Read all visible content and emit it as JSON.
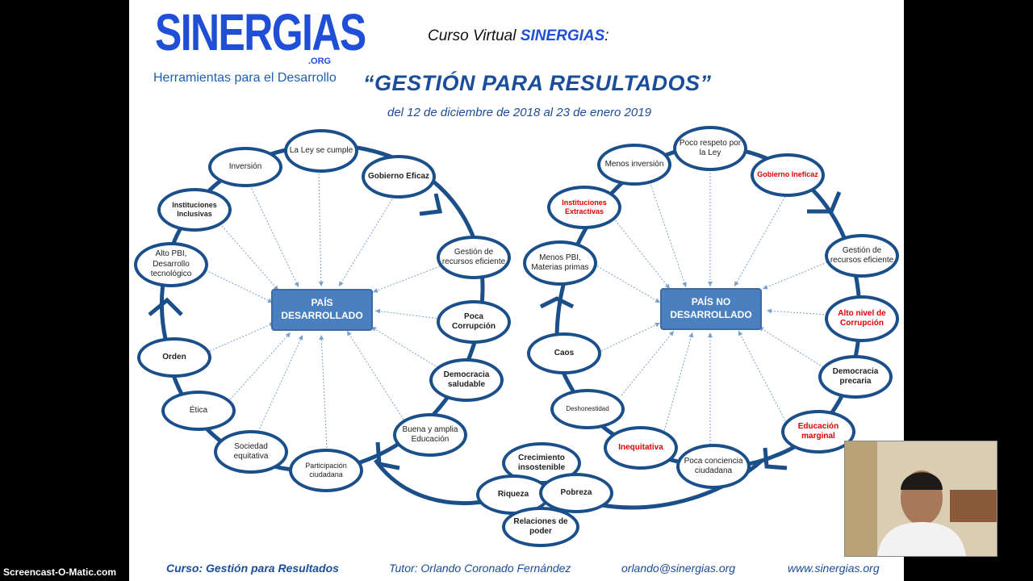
{
  "header": {
    "logo": "SINERGIAS",
    "logo_suffix": ".ORG",
    "logo_tagline": "Herramientas para el Desarrollo",
    "course_prefix": "Curso Virtual ",
    "course_brand": "SINERGIAS",
    "course_suffix": ":",
    "title": "“GESTIÓN PARA RESULTADOS”",
    "dates": "del 12 de diciembre de 2018 al 23 de enero 2019"
  },
  "left_cycle": {
    "center": "PAÍS DESARROLLADO",
    "nodes": [
      {
        "label": "La Ley se cumple",
        "style": "normal"
      },
      {
        "label": "Gobierno Eficaz",
        "style": "bold"
      },
      {
        "label": "Gestión de recursos eficiente",
        "style": "normal"
      },
      {
        "label": "Poca Corrupción",
        "style": "bold"
      },
      {
        "label": "Democracia saludable",
        "style": "bold"
      },
      {
        "label": "Buena y amplia Educación",
        "style": "normal"
      },
      {
        "label": "Participación ciudadana",
        "style": "normal"
      },
      {
        "label": "Sociedad equitativa",
        "style": "normal"
      },
      {
        "label": "Ética",
        "style": "normal"
      },
      {
        "label": "Orden",
        "style": "bold"
      },
      {
        "label": "Alto PBI, Desarrollo tecnológico",
        "style": "normal"
      },
      {
        "label": "Instituciones Inclusivas",
        "style": "bold"
      },
      {
        "label": "Inversión",
        "style": "normal"
      }
    ]
  },
  "right_cycle": {
    "center": "PAÍS NO DESARROLLADO",
    "nodes": [
      {
        "label": "Poco respeto por la Ley",
        "style": "normal"
      },
      {
        "label": "Gobierno Ineficaz",
        "style": "red"
      },
      {
        "label": "Gestión de recursos eficiente",
        "style": "normal"
      },
      {
        "label": "Alto nivel de Corrupción",
        "style": "red"
      },
      {
        "label": "Democracia precaria",
        "style": "bold"
      },
      {
        "label": "Educación marginal",
        "style": "red"
      },
      {
        "label": "Poca conciencia ciudadana",
        "style": "normal"
      },
      {
        "label": "Inequitativa",
        "style": "red"
      },
      {
        "label": "Deshonestidad",
        "style": "small"
      },
      {
        "label": "Caos",
        "style": "bold"
      },
      {
        "label": "Menos PBI, Materias primas",
        "style": "normal"
      },
      {
        "label": "Instituciones Extractivas",
        "style": "red"
      },
      {
        "label": "Menos inversión",
        "style": "normal"
      }
    ]
  },
  "bottom_cluster": [
    {
      "label": "Crecimiento insostenible"
    },
    {
      "label": "Riqueza"
    },
    {
      "label": "Pobreza"
    },
    {
      "label": "Relaciones de poder"
    }
  ],
  "footer": {
    "course": "Curso: Gestión para Resultados",
    "tutor": "Tutor: Orlando Coronado Fernández",
    "email": "orlando@sinergias.org",
    "website": "www.sinergias.org"
  },
  "overlay": {
    "recorder_brand": "Screencast-O-Matic.com"
  },
  "colors": {
    "ring": "#1b4f8a",
    "center_box": "#4a7fc0",
    "red_text": "#dd0000",
    "title_blue": "#1a4d9a"
  }
}
